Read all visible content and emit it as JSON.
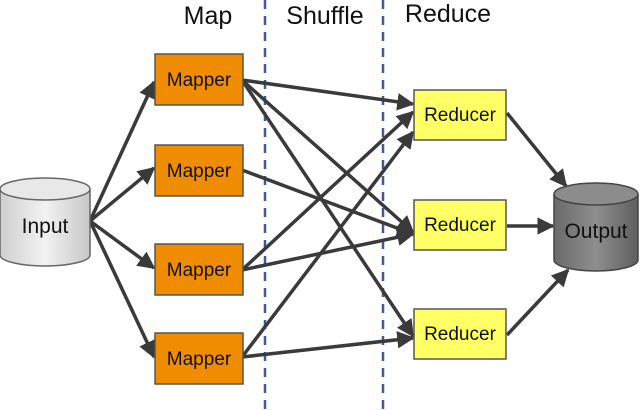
{
  "phases": {
    "map": "Map",
    "shuffle": "Shuffle",
    "reduce": "Reduce"
  },
  "input": {
    "label": "Input"
  },
  "output": {
    "label": "Output"
  },
  "mappers": [
    {
      "label": "Mapper"
    },
    {
      "label": "Mapper"
    },
    {
      "label": "Mapper"
    },
    {
      "label": "Mapper"
    }
  ],
  "reducers": [
    {
      "label": "Reducer"
    },
    {
      "label": "Reducer"
    },
    {
      "label": "Reducer"
    }
  ],
  "colors": {
    "mapper_fill": "#f08c00",
    "reducer_fill": "#ffff66",
    "input_fill": "#e3e3e3",
    "output_fill": "#7a7a7a",
    "arrow": "#3a3a3a",
    "divider": "#3c5a9a"
  }
}
